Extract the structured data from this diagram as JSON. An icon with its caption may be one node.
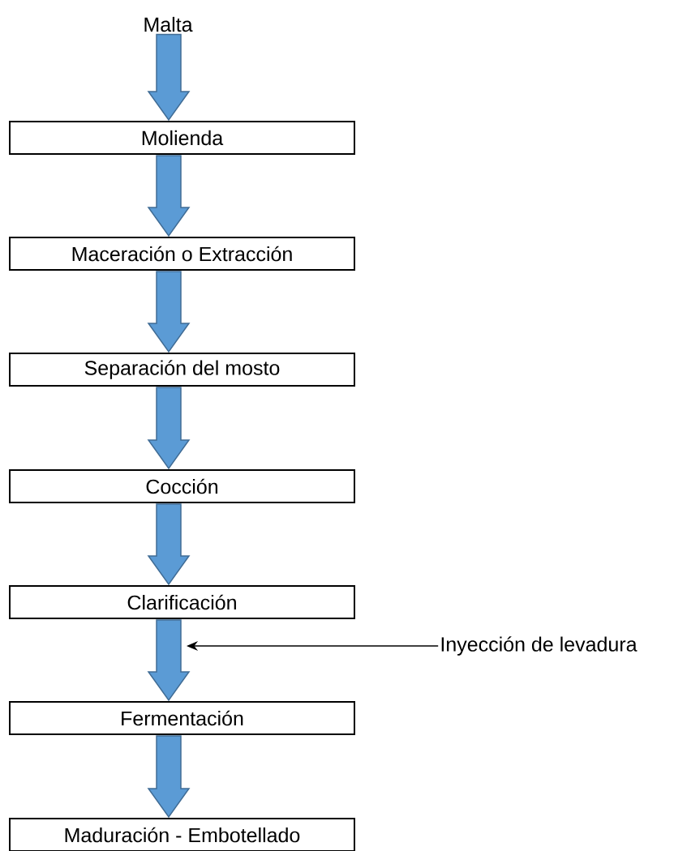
{
  "diagram": {
    "nodes": [
      {
        "text": [
          "Malta"
        ]
      },
      {
        "text": [
          "Molienda"
        ]
      },
      {
        "text": [
          "Maceración o Extracción"
        ]
      },
      {
        "text": [
          "Separación del mosto"
        ]
      },
      {
        "text": [
          "Cocción"
        ]
      },
      {
        "text": [
          "Clarificación"
        ]
      },
      {
        "text": [
          "Fermentación"
        ]
      },
      {
        "text": [
          "Maduración - Embotellado"
        ]
      },
      {
        "text": [
          "Inyección de levadura"
        ]
      }
    ],
    "edges": [
      {
        "from": 0,
        "to": 1,
        "arrow": "to",
        "color": "#5b9bd5"
      },
      {
        "from": 1,
        "to": 2,
        "arrow": "to",
        "color": "#5b9bd5"
      },
      {
        "from": 2,
        "to": 3,
        "arrow": "to",
        "color": "#5b9bd5"
      },
      {
        "from": 3,
        "to": 4,
        "arrow": "to",
        "color": "#5b9bd5"
      },
      {
        "from": 4,
        "to": 5,
        "arrow": "to",
        "color": "#5b9bd5"
      },
      {
        "from": 5,
        "to": 6,
        "arrow": "to",
        "color": "#5b9bd5"
      },
      {
        "from": 6,
        "to": 7,
        "arrow": "to",
        "color": "#5b9bd5"
      },
      {
        "from": 8,
        "to": null,
        "arrow": "to"
      }
    ]
  }
}
